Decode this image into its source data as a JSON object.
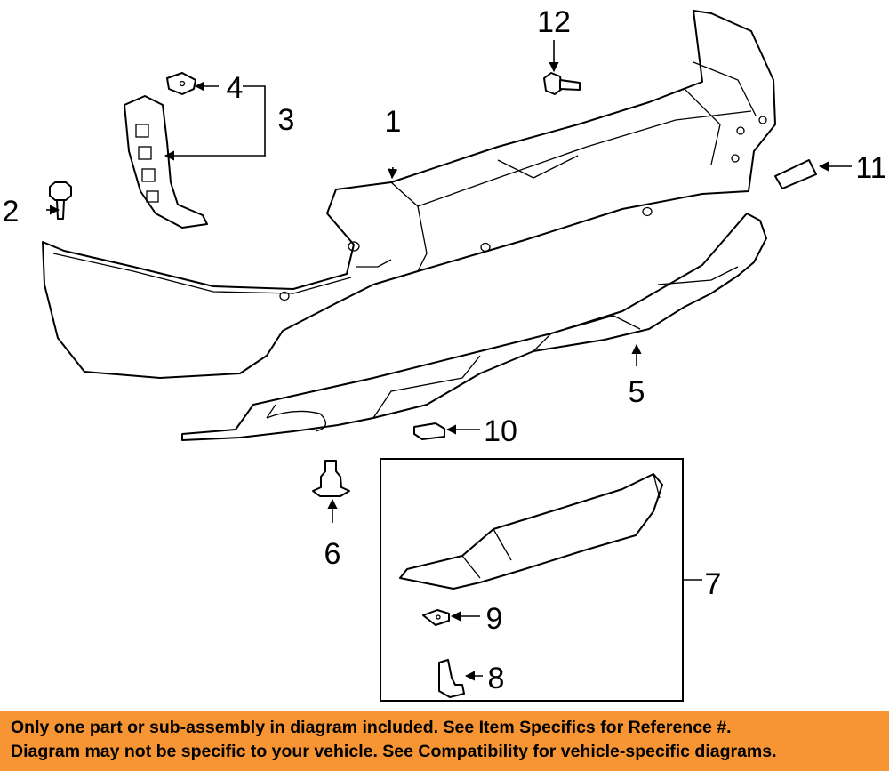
{
  "callouts": [
    {
      "id": "1",
      "label": "1"
    },
    {
      "id": "2",
      "label": "2"
    },
    {
      "id": "3",
      "label": "3"
    },
    {
      "id": "4",
      "label": "4"
    },
    {
      "id": "5",
      "label": "5"
    },
    {
      "id": "6",
      "label": "6"
    },
    {
      "id": "7",
      "label": "7"
    },
    {
      "id": "8",
      "label": "8"
    },
    {
      "id": "9",
      "label": "9"
    },
    {
      "id": "10",
      "label": "10"
    },
    {
      "id": "11",
      "label": "11"
    },
    {
      "id": "12",
      "label": "12"
    }
  ],
  "banner": {
    "line1": "Only one part or sub-assembly in diagram included. See Item Specifics for Reference #.",
    "line2": "Diagram may not be specific to your vehicle. See Compatibility for vehicle-specific diagrams.",
    "background": "#f79433"
  }
}
